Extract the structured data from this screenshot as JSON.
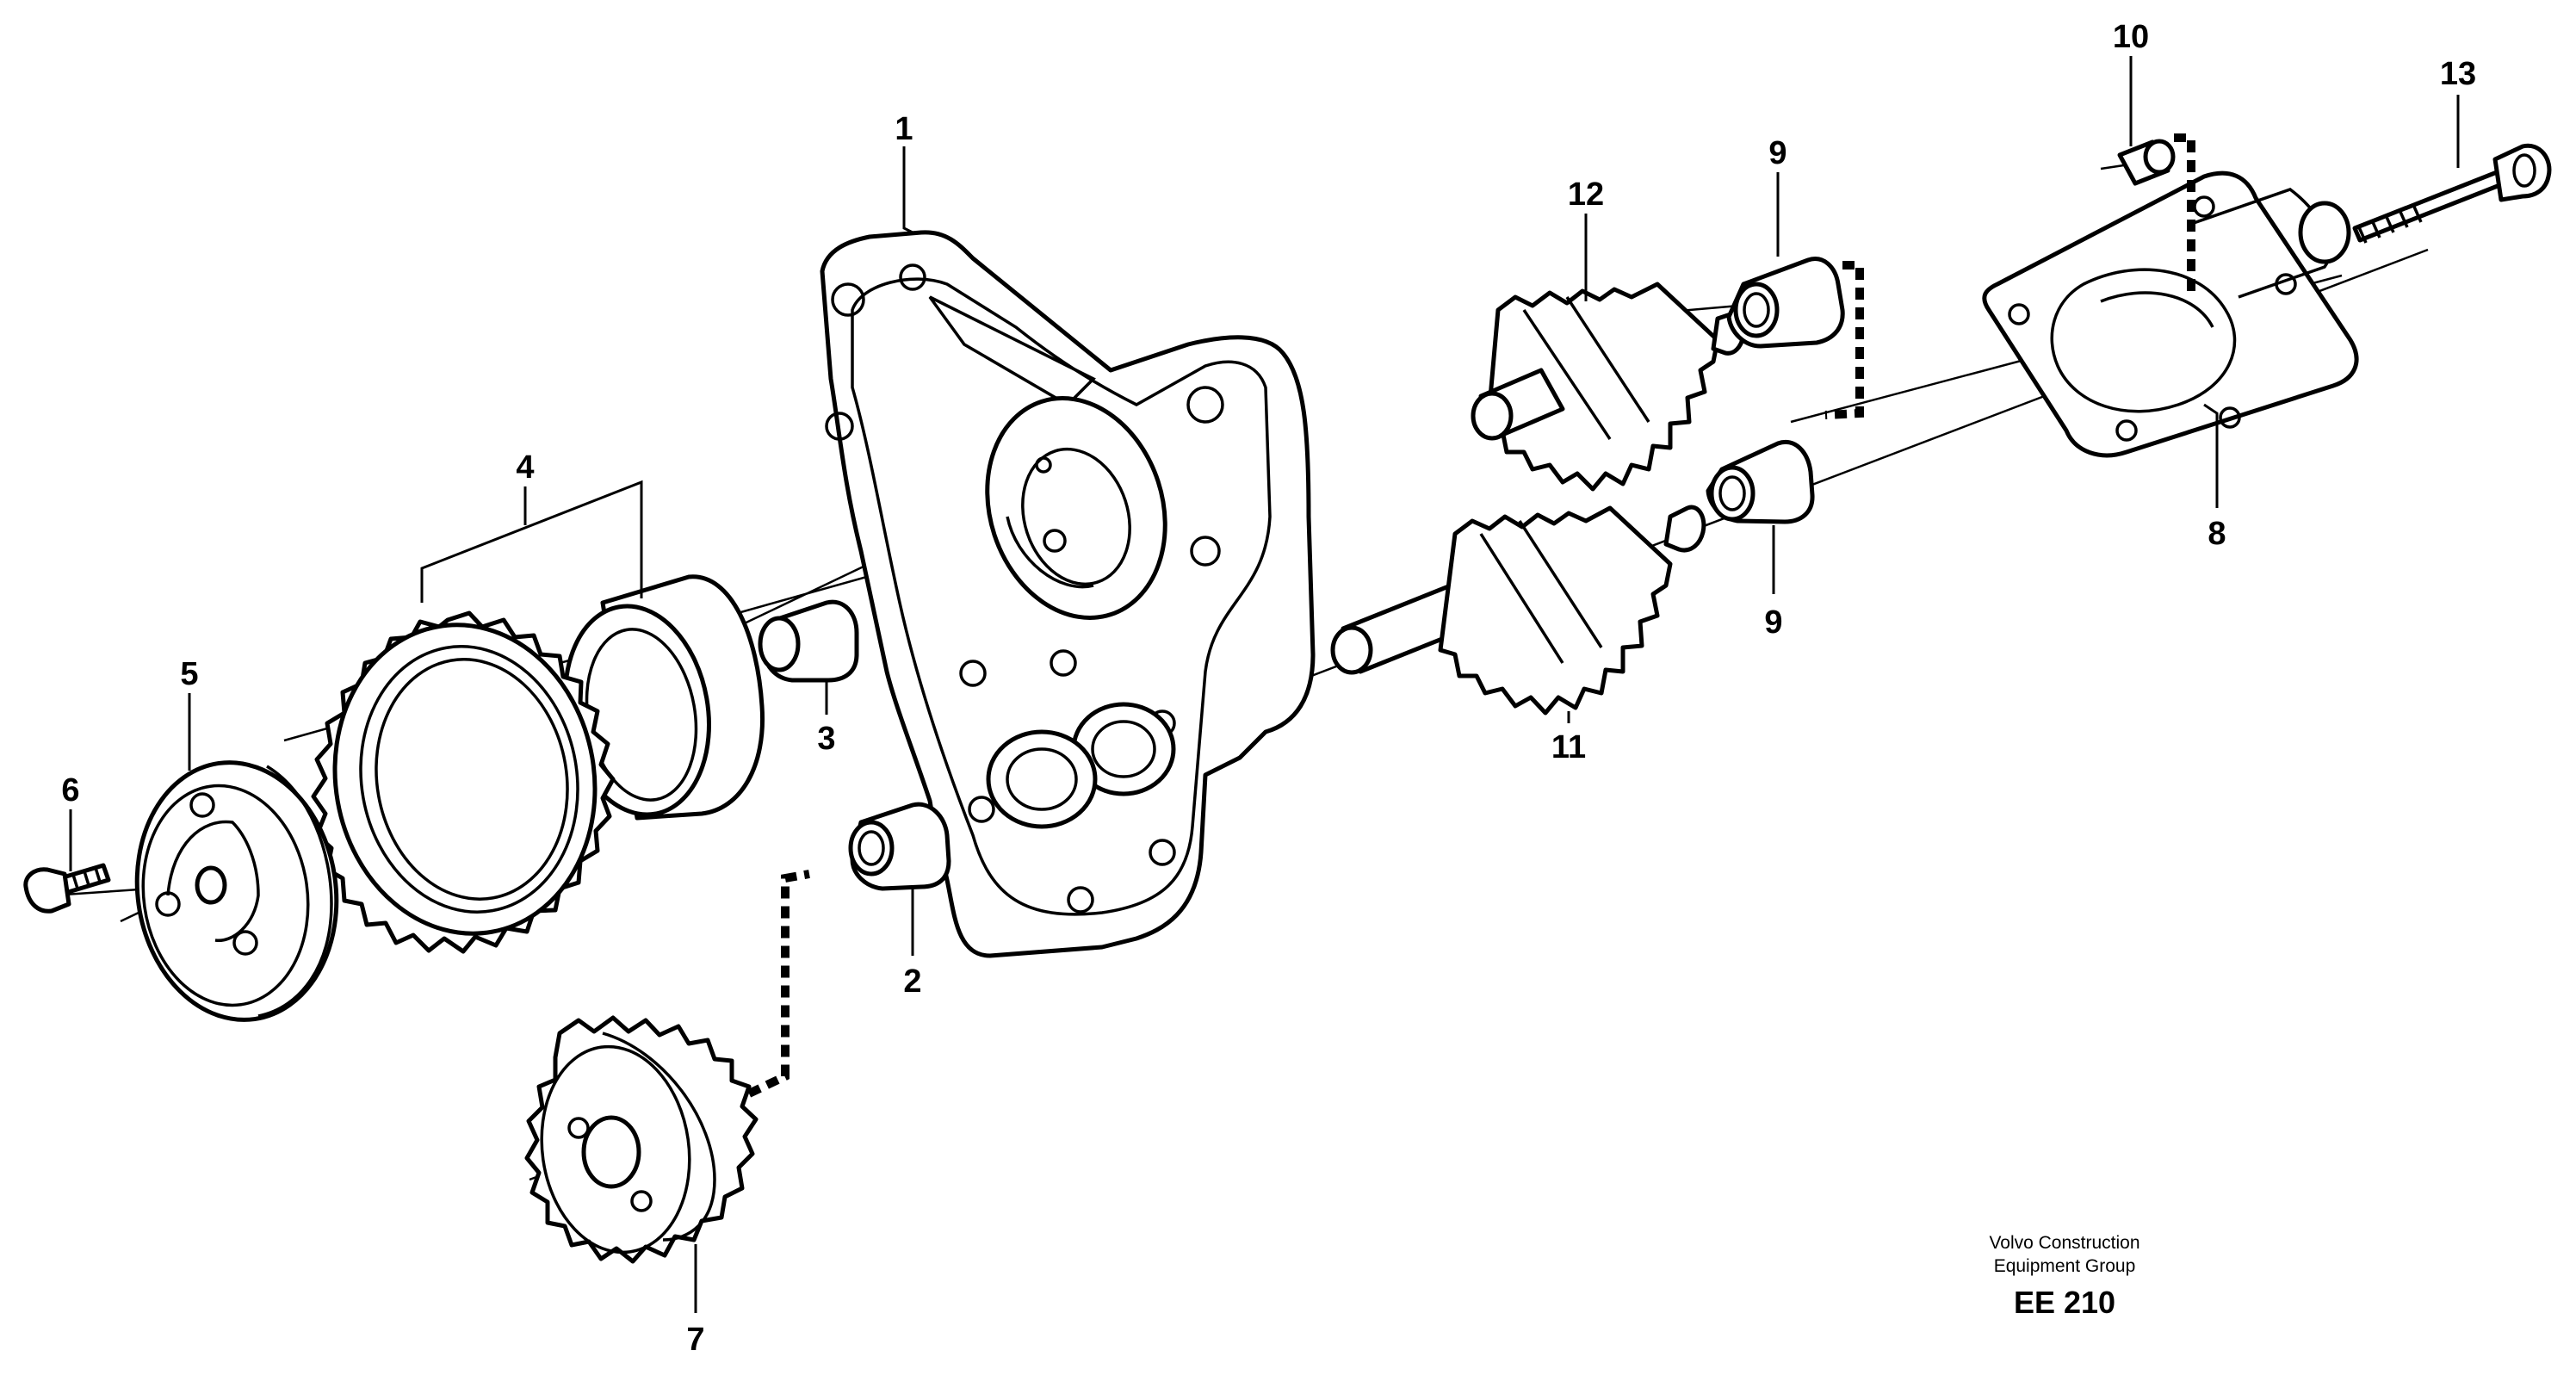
{
  "callouts": {
    "c1": "1",
    "c2": "2",
    "c3": "3",
    "c4": "4",
    "c5": "5",
    "c6": "6",
    "c7": "7",
    "c8": "8",
    "c9a": "9",
    "c9b": "9",
    "c10": "10",
    "c11": "11",
    "c12": "12",
    "c13": "13"
  },
  "footer": {
    "company_line1": "Volvo Construction",
    "company_line2": "Equipment Group",
    "code": "EE 210"
  },
  "colors": {
    "ink": "#000000",
    "paper": "#ffffff"
  }
}
